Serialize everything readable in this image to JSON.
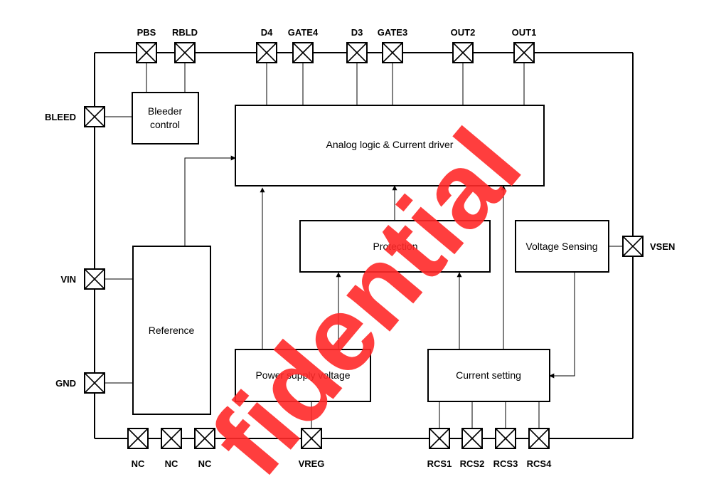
{
  "pins": {
    "pbs": "PBS",
    "rbld": "RBLD",
    "d4": "D4",
    "gate4": "GATE4",
    "d3": "D3",
    "gate3": "GATE3",
    "out2": "OUT2",
    "out1": "OUT1",
    "bleed": "BLEED",
    "vin": "VIN",
    "gnd": "GND",
    "vsen": "VSEN",
    "nc1": "NC",
    "nc2": "NC",
    "nc3": "NC",
    "vreg": "VREG",
    "rcs1": "RCS1",
    "rcs2": "RCS2",
    "rcs3": "RCS3",
    "rcs4": "RCS4"
  },
  "blocks": {
    "bleeder_line1": "Bleeder",
    "bleeder_line2": "control",
    "analog": "Analog logic & Current driver",
    "protection": "Protection",
    "voltage_sensing": "Voltage Sensing",
    "reference": "Reference",
    "power_supply": "Power supply voltage",
    "current_setting": "Current setting"
  },
  "watermark": "fidential",
  "colors": {
    "watermark": "#ff2a2a",
    "lines": "#000000"
  }
}
